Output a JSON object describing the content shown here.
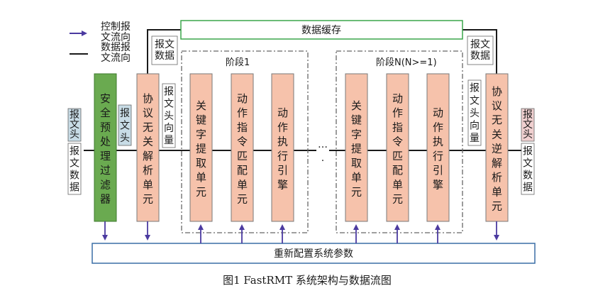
{
  "legend": {
    "control_label": "控制报文流向",
    "data_label": "数据报文流向",
    "control_color": "#4b3aa0",
    "data_color": "#1a1a1a"
  },
  "data_cache": "数据缓存",
  "stage_first": "阶段1",
  "stage_last": "阶段N(N>=1)",
  "reconfig": "重新配置系统参数",
  "security_filter": "安全预处理过滤器",
  "parser": "协议无关解析单元",
  "deparser": "协议无关逆解析单元",
  "stage_units": [
    "关键字提取单元",
    "动作指令匹配单元",
    "动作执行引擎"
  ],
  "input_label_1": "报文头",
  "input_label_2": "报文数据",
  "filter_out_label": "报文头",
  "parser_data_label": "报文数据",
  "parser_out_label": "报文头向量",
  "deparser_data_label": "报文数据",
  "deparser_in_label": "报文头向量",
  "output_label_1": "报文头",
  "output_label_2": "报文数据",
  "ellipsis": "…",
  "caption": "图1   FastRMT 系统架构与数据流图",
  "colors": {
    "filter_fill": "#6aaa50",
    "unit_fill": "#f6c2ab",
    "tag_fill": "#c8dce6",
    "cache_border": "#3aa64a",
    "reconfig_border": "#3a6ea6",
    "arrow": "#4b3aa0"
  }
}
